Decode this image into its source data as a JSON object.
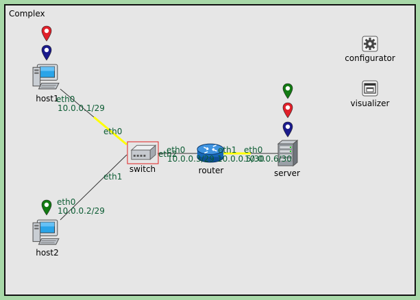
{
  "network": {
    "title": "Complex",
    "nodes": {
      "host1": {
        "label": "host1"
      },
      "host2": {
        "label": "host2"
      },
      "switch": {
        "label": "switch"
      },
      "router": {
        "label": "router"
      },
      "server": {
        "label": "server"
      },
      "configurator": {
        "label": "configurator"
      },
      "visualizer": {
        "label": "visualizer"
      }
    },
    "interfaces": {
      "host1_eth0": "eth0",
      "host1_addr": "10.0.0.1/29",
      "switch_eth0": "eth0",
      "switch_eth1": "eth1",
      "switch_eth2": "eth2",
      "host2_eth0": "eth0",
      "host2_addr": "10.0.0.2/29",
      "router_eth0": "eth0",
      "router_addr0": "10.0.0.3/29",
      "router_eth1": "eth1",
      "router_addr1": "10.0.0.5/30",
      "server_eth0": "eth0",
      "server_addr": "10.0.0.6/30"
    },
    "markers": {
      "red": "#e0202a",
      "blue": "#1a1a8c",
      "green": "#127a12"
    },
    "colors": {
      "background": "#a8d8a8",
      "canvas": "#e6e6e6",
      "link_highlight": "#ffff00",
      "label_text": "#0b5b32",
      "switch_selection": "#e02020"
    }
  }
}
